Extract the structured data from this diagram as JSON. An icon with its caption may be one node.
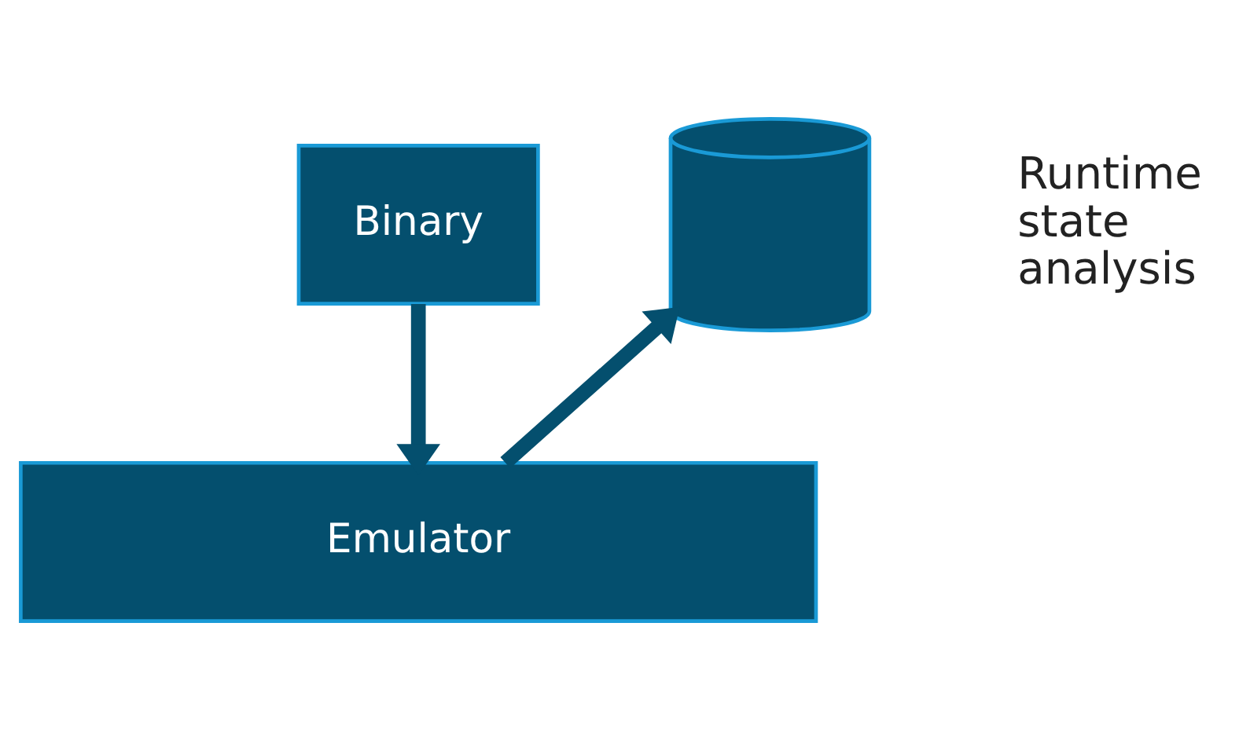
{
  "diagram": {
    "nodes": [
      {
        "text": [
          "Binary"
        ]
      },
      {
        "text": [
          "Emulator"
        ]
      },
      {
        "text": [],
        "shape": "cylinder",
        "beside": [
          "Runtime state analysis"
        ]
      }
    ],
    "edges": [
      {
        "from": 0,
        "to": 1,
        "arrow": "to"
      },
      {
        "from": 1,
        "to": 2,
        "arrow": "to"
      }
    ]
  }
}
